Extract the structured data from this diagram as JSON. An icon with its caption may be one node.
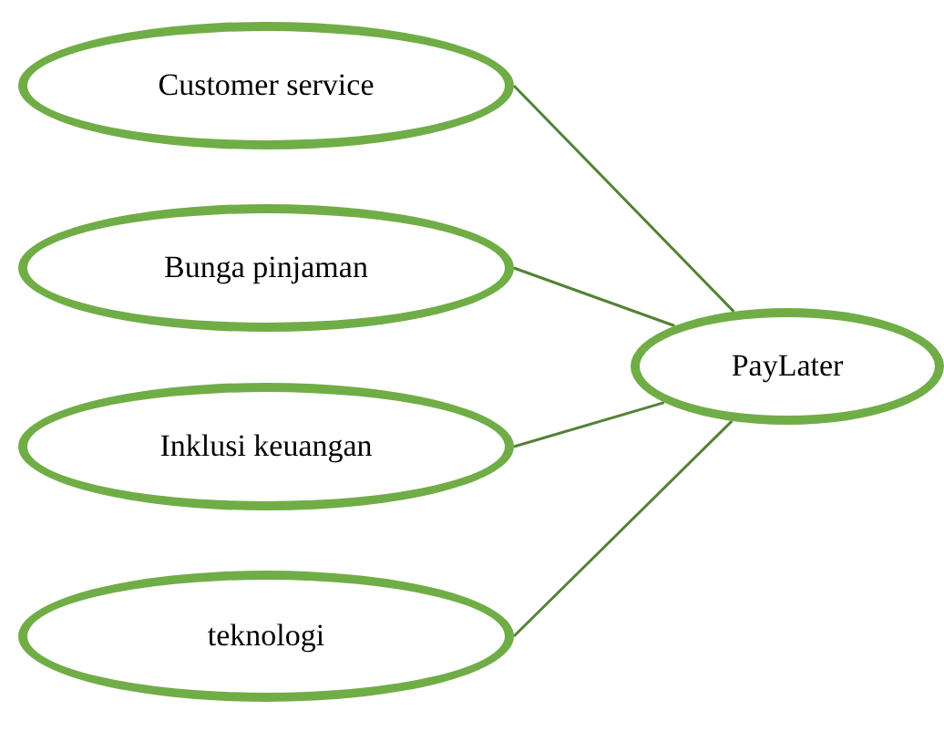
{
  "diagram": {
    "nodes": [
      {
        "text": [
          "Customer service"
        ]
      },
      {
        "text": [
          "Bunga pinjaman"
        ]
      },
      {
        "text": [
          "Inklusi keuangan"
        ]
      },
      {
        "text": [
          "teknologi"
        ]
      },
      {
        "text": [
          "PayLater"
        ]
      }
    ],
    "edges": [
      {
        "from": 0,
        "to": 4,
        "arrow": "none"
      },
      {
        "from": 1,
        "to": 4,
        "arrow": "none"
      },
      {
        "from": 2,
        "to": 4,
        "arrow": "none"
      },
      {
        "from": 3,
        "to": 4,
        "arrow": "none"
      }
    ]
  }
}
